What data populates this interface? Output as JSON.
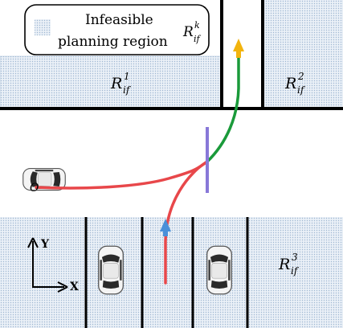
{
  "legend": {
    "line1": "Infeasible",
    "line2": "planning region",
    "symbol": "R",
    "superscript": "k",
    "subscript": "if"
  },
  "regions": [
    {
      "id": "r1",
      "symbol": "R",
      "superscript": "1",
      "subscript": "if"
    },
    {
      "id": "r2",
      "symbol": "R",
      "superscript": "2",
      "subscript": "if"
    },
    {
      "id": "r3",
      "symbol": "R",
      "superscript": "3",
      "subscript": "if"
    }
  ],
  "origin_label": "O",
  "axes": {
    "x_label": "X",
    "y_label": "Y"
  },
  "colors": {
    "region_fill": "#dfe8f3",
    "path_red": "#e8474a",
    "path_green": "#1a9a3a",
    "arrow_orange": "#f2b40e",
    "arrow_blue": "#4a90d9",
    "divider": "#8878d8",
    "wall": "#000000"
  },
  "icons": [
    "car-top-view-icon",
    "arrow-up-icon",
    "axes-icon"
  ]
}
